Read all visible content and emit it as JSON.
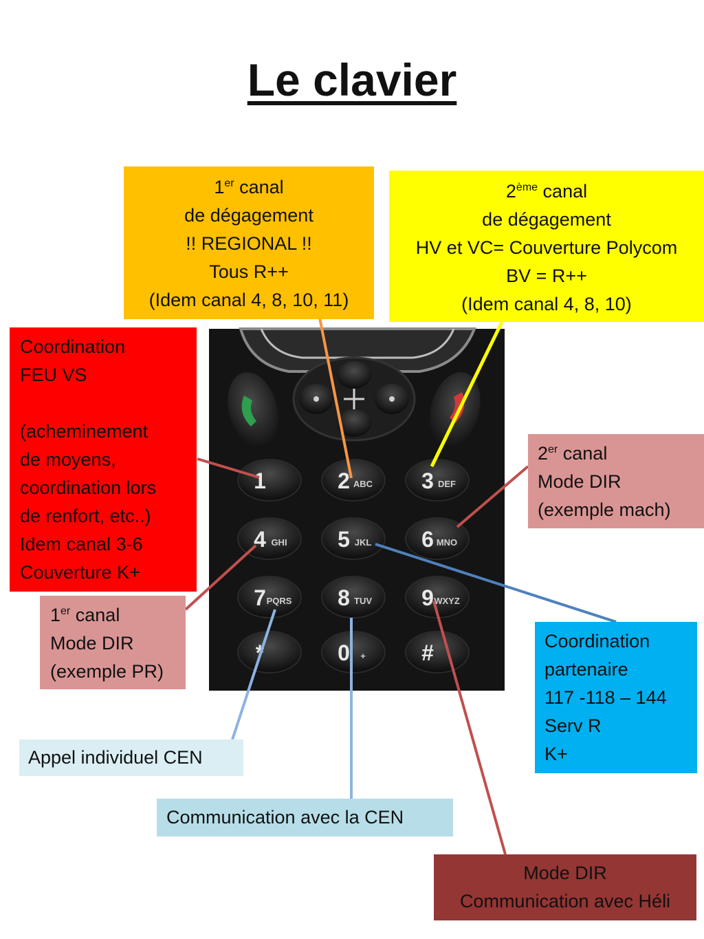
{
  "title": "Le clavier",
  "callouts": {
    "orange": {
      "sup_base": "1",
      "sup": "er",
      "after_sup": " canal",
      "lines": [
        "de dégagement",
        "!! REGIONAL !!",
        "Tous R++",
        "(Idem canal 4, 8, 10, 11)"
      ]
    },
    "yellow": {
      "sup_base": "2",
      "sup": "ème",
      "after_sup": " canal",
      "lines": [
        "de dégagement",
        "HV et VC= Couverture Polycom",
        "BV = R++",
        "(Idem canal 4, 8, 10)"
      ]
    },
    "red": {
      "lines": [
        "Coordination",
        "FEU VS",
        "",
        "(acheminement",
        "de moyens,",
        "coordination lors",
        "de renfort, etc..)",
        "Idem canal 3-6",
        "Couverture K+"
      ]
    },
    "pink_right": {
      "sup_base": "2",
      "sup": "er",
      "after_sup": " canal",
      "lines": [
        "Mode DIR",
        "(exemple mach)"
      ]
    },
    "pink_left": {
      "sup_base": "1",
      "sup": "er",
      "after_sup": " canal",
      "lines": [
        "Mode DIR",
        "(exemple PR)"
      ]
    },
    "blue": {
      "lines": [
        "Coordination",
        "partenaire",
        "117 -118 – 144",
        "Serv R",
        "K+"
      ]
    },
    "light_blue_1": {
      "text": "Appel individuel CEN"
    },
    "light_blue_2": {
      "text": "Communication avec la CEN"
    },
    "brown": {
      "lines": [
        "Mode DIR",
        "Communication avec Héli"
      ]
    }
  },
  "keypad": {
    "keys": [
      {
        "digit": "1",
        "letters": ""
      },
      {
        "digit": "2",
        "letters": "ABC"
      },
      {
        "digit": "3",
        "letters": "DEF"
      },
      {
        "digit": "4",
        "letters": "GHI"
      },
      {
        "digit": "5",
        "letters": "JKL"
      },
      {
        "digit": "6",
        "letters": "MNO"
      },
      {
        "digit": "7",
        "letters": "PQRS"
      },
      {
        "digit": "8",
        "letters": "TUV"
      },
      {
        "digit": "9",
        "letters": "WXYZ"
      },
      {
        "digit": "*",
        "letters": ""
      },
      {
        "digit": "0",
        "letters": "+"
      },
      {
        "digit": "#",
        "letters": ""
      }
    ]
  },
  "colors": {
    "orange": "#ffc000",
    "yellow": "#ffff00",
    "red": "#ff0000",
    "pink": "#d99594",
    "blue": "#00b0f0",
    "light_blue_1": "#daeef3",
    "light_blue_2": "#b7dee8",
    "brown": "#943634",
    "line_orange": "#f79646",
    "line_red": "#c0504d",
    "line_blue": "#4f81bd",
    "line_light_blue": "#8db3e2"
  }
}
